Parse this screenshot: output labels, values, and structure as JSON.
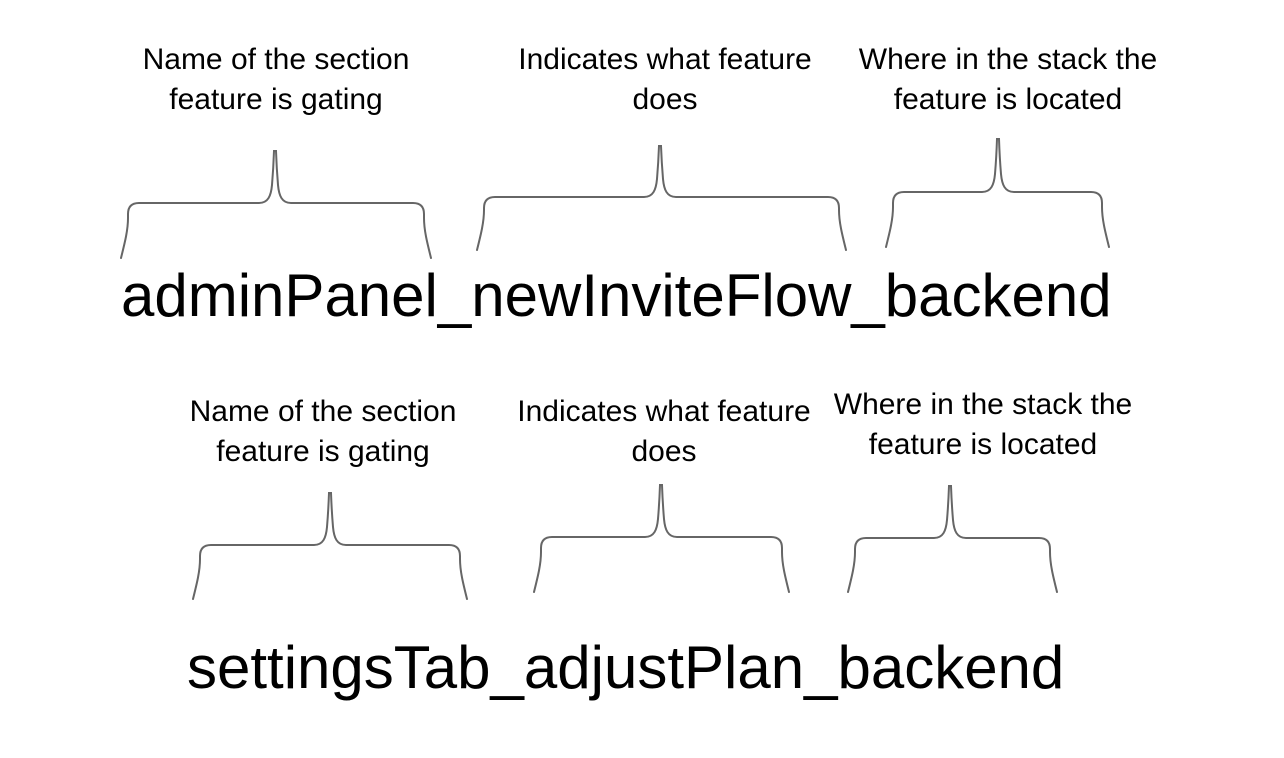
{
  "diagram": {
    "background": "#ffffff",
    "line_color": "#666666",
    "text_color": "#000000",
    "examples": [
      {
        "flag_name": "adminPanel_newInviteFlow_backend",
        "parts": [
          {
            "segment": "adminPanel",
            "label": "Name of the section\nfeature is gating"
          },
          {
            "segment": "newInviteFlow",
            "label": "Indicates what feature\ndoes"
          },
          {
            "segment": "backend",
            "label": "Where in the stack the\nfeature is located"
          }
        ]
      },
      {
        "flag_name": "settingsTab_adjustPlan_backend",
        "parts": [
          {
            "segment": "settingsTab",
            "label": "Name of the section\nfeature is gating"
          },
          {
            "segment": "adjustPlan",
            "label": "Indicates what feature\ndoes"
          },
          {
            "segment": "backend",
            "label": "Where in the stack the\nfeature is located"
          }
        ]
      }
    ]
  }
}
